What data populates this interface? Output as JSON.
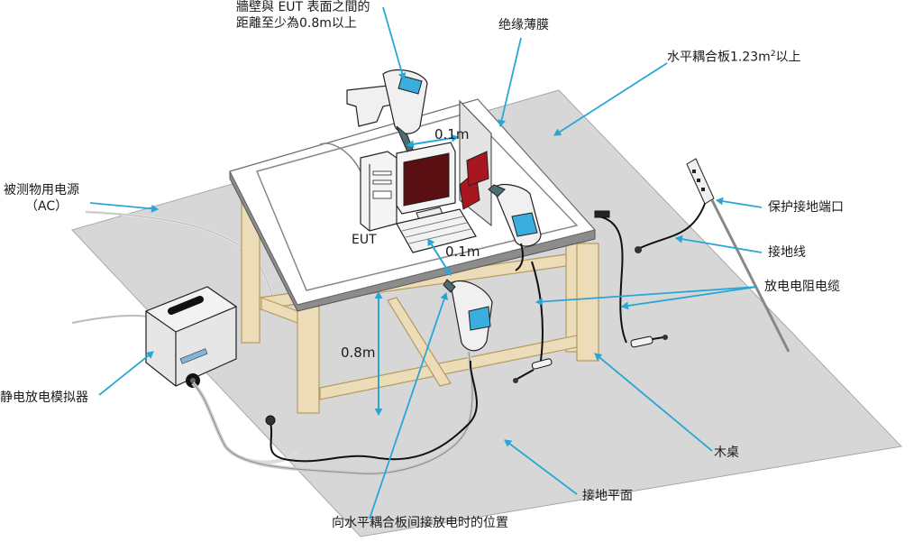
{
  "labels": {
    "wall_distance_line1": "牆壁與 EUT 表面之間的",
    "wall_distance_line2": "距離至少為0.8m以上",
    "insulation_film": "绝缘薄膜",
    "hcp_prefix": "水平耦合板1.23m",
    "hcp_sup": "2",
    "hcp_suffix": "以上",
    "protective_ground_terminal": "保护接地端口",
    "ground_wire": "接地线",
    "discharge_resistor_cable": "放电电阻电缆",
    "eut_power_line1": "被测物用电源",
    "eut_power_line2": "（AC）",
    "eut": "EUT",
    "esd_simulator": "静电放电模拟器",
    "wooden_table": "木桌",
    "ground_plane": "接地平面",
    "indirect_discharge_position": "向水平耦合板间接放电时的位置"
  },
  "dimensions": {
    "gap_top": "0.1m",
    "gap_front": "0.1m",
    "table_height": "0.8m"
  },
  "colors": {
    "arrow": "#2aa6d6",
    "ground_plane": "#d7d7d7",
    "table_top": "#ffffff",
    "wood": "#ecdcb8",
    "wood_edge": "#b59a62",
    "cable": "#111111",
    "esd_box": "#e6e6e6",
    "gun_body": "#f0f0f0",
    "gun_screen": "#3aaede",
    "monitor_screen": "#5a0f12",
    "red_support": "#a8171f"
  },
  "icons": [
    "esd-gun-icon",
    "computer-tower-icon",
    "monitor-icon",
    "keyboard-icon",
    "power-strip-icon"
  ]
}
